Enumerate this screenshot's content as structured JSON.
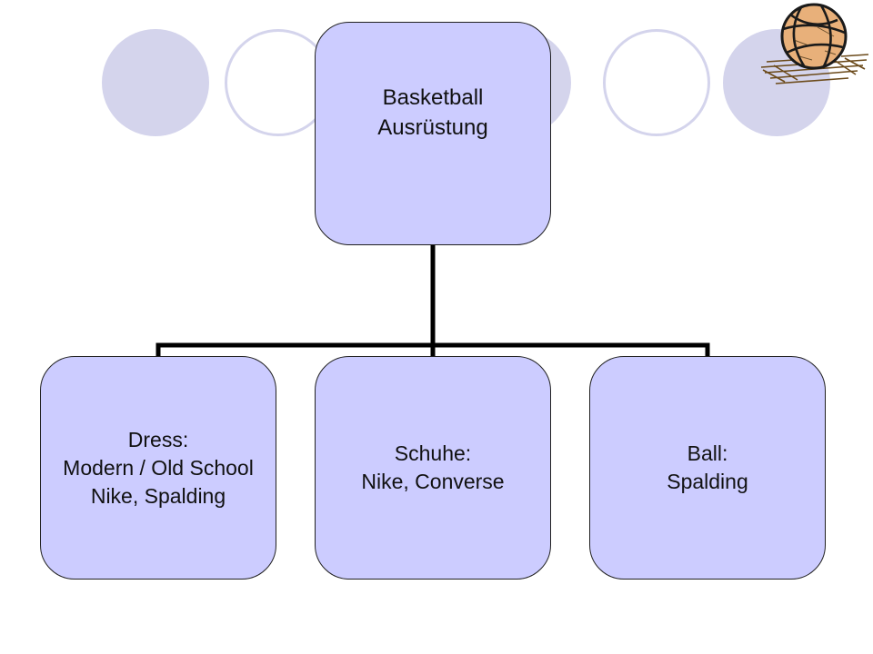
{
  "diagram": {
    "root": {
      "label": "Basketball\nAusrüstung"
    },
    "children": [
      {
        "id": "dress",
        "label": "Dress:\nModern / Old School\nNike, Spalding"
      },
      {
        "id": "shoes",
        "label": "Schuhe:\nNike, Converse"
      },
      {
        "id": "ball",
        "label": "Ball:\nSpalding"
      }
    ]
  },
  "decoration": {
    "icon": "basketball-icon",
    "circle_color": "#d4d4ec"
  },
  "colors": {
    "node_fill": "#ccccff",
    "node_border": "#202020",
    "connector": "#000000",
    "text": "#111111"
  }
}
